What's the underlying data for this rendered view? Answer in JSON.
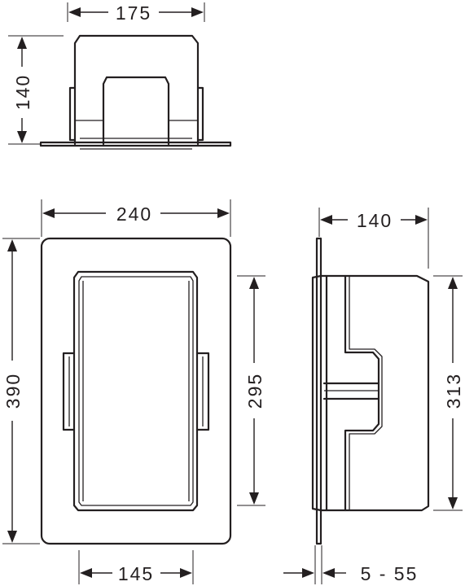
{
  "dimensions": {
    "top_width": "175",
    "top_depth": "140",
    "front_width": "240",
    "front_height": "390",
    "front_inner_width": "145",
    "front_inner_height": "295",
    "side_depth": "140",
    "side_height": "313",
    "wall_range": "5 - 55"
  }
}
